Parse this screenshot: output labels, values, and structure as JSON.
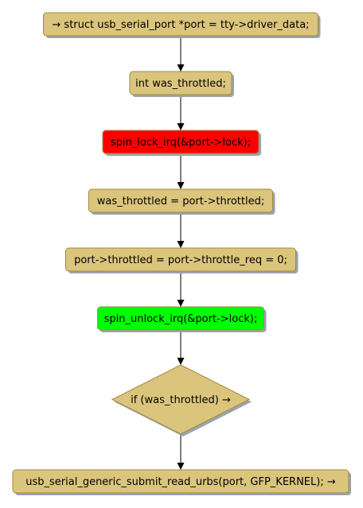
{
  "colors": {
    "node_fill": "#dbc57c",
    "node_stroke": "#a08a3c",
    "lock_fill": "#ff0000",
    "unlock_fill": "#00ff00",
    "edge": "#000000",
    "shadow": "#9aa4ae"
  },
  "nodes": [
    {
      "id": "n1",
      "shape": "box",
      "label": "→ struct usb_serial_port *port = tty->driver_data;"
    },
    {
      "id": "n2",
      "shape": "box",
      "label": "int was_throttled;"
    },
    {
      "id": "n3",
      "shape": "box",
      "label": "spin_lock_irq(&port->lock);",
      "fill": "#ff0000"
    },
    {
      "id": "n4",
      "shape": "box",
      "label": "was_throttled = port->throttled;"
    },
    {
      "id": "n5",
      "shape": "box",
      "label": "port->throttled = port->throttle_req = 0;"
    },
    {
      "id": "n6",
      "shape": "box",
      "label": "spin_unlock_irq(&port->lock);",
      "fill": "#00ff00"
    },
    {
      "id": "n7",
      "shape": "diamond",
      "label": "if (was_throttled) →"
    },
    {
      "id": "n8",
      "shape": "box",
      "label": "usb_serial_generic_submit_read_urbs(port, GFP_KERNEL); →"
    }
  ],
  "edges": [
    {
      "from": "n1",
      "to": "n2"
    },
    {
      "from": "n2",
      "to": "n3"
    },
    {
      "from": "n3",
      "to": "n4"
    },
    {
      "from": "n4",
      "to": "n5"
    },
    {
      "from": "n5",
      "to": "n6"
    },
    {
      "from": "n6",
      "to": "n7"
    },
    {
      "from": "n7",
      "to": "n8"
    }
  ]
}
